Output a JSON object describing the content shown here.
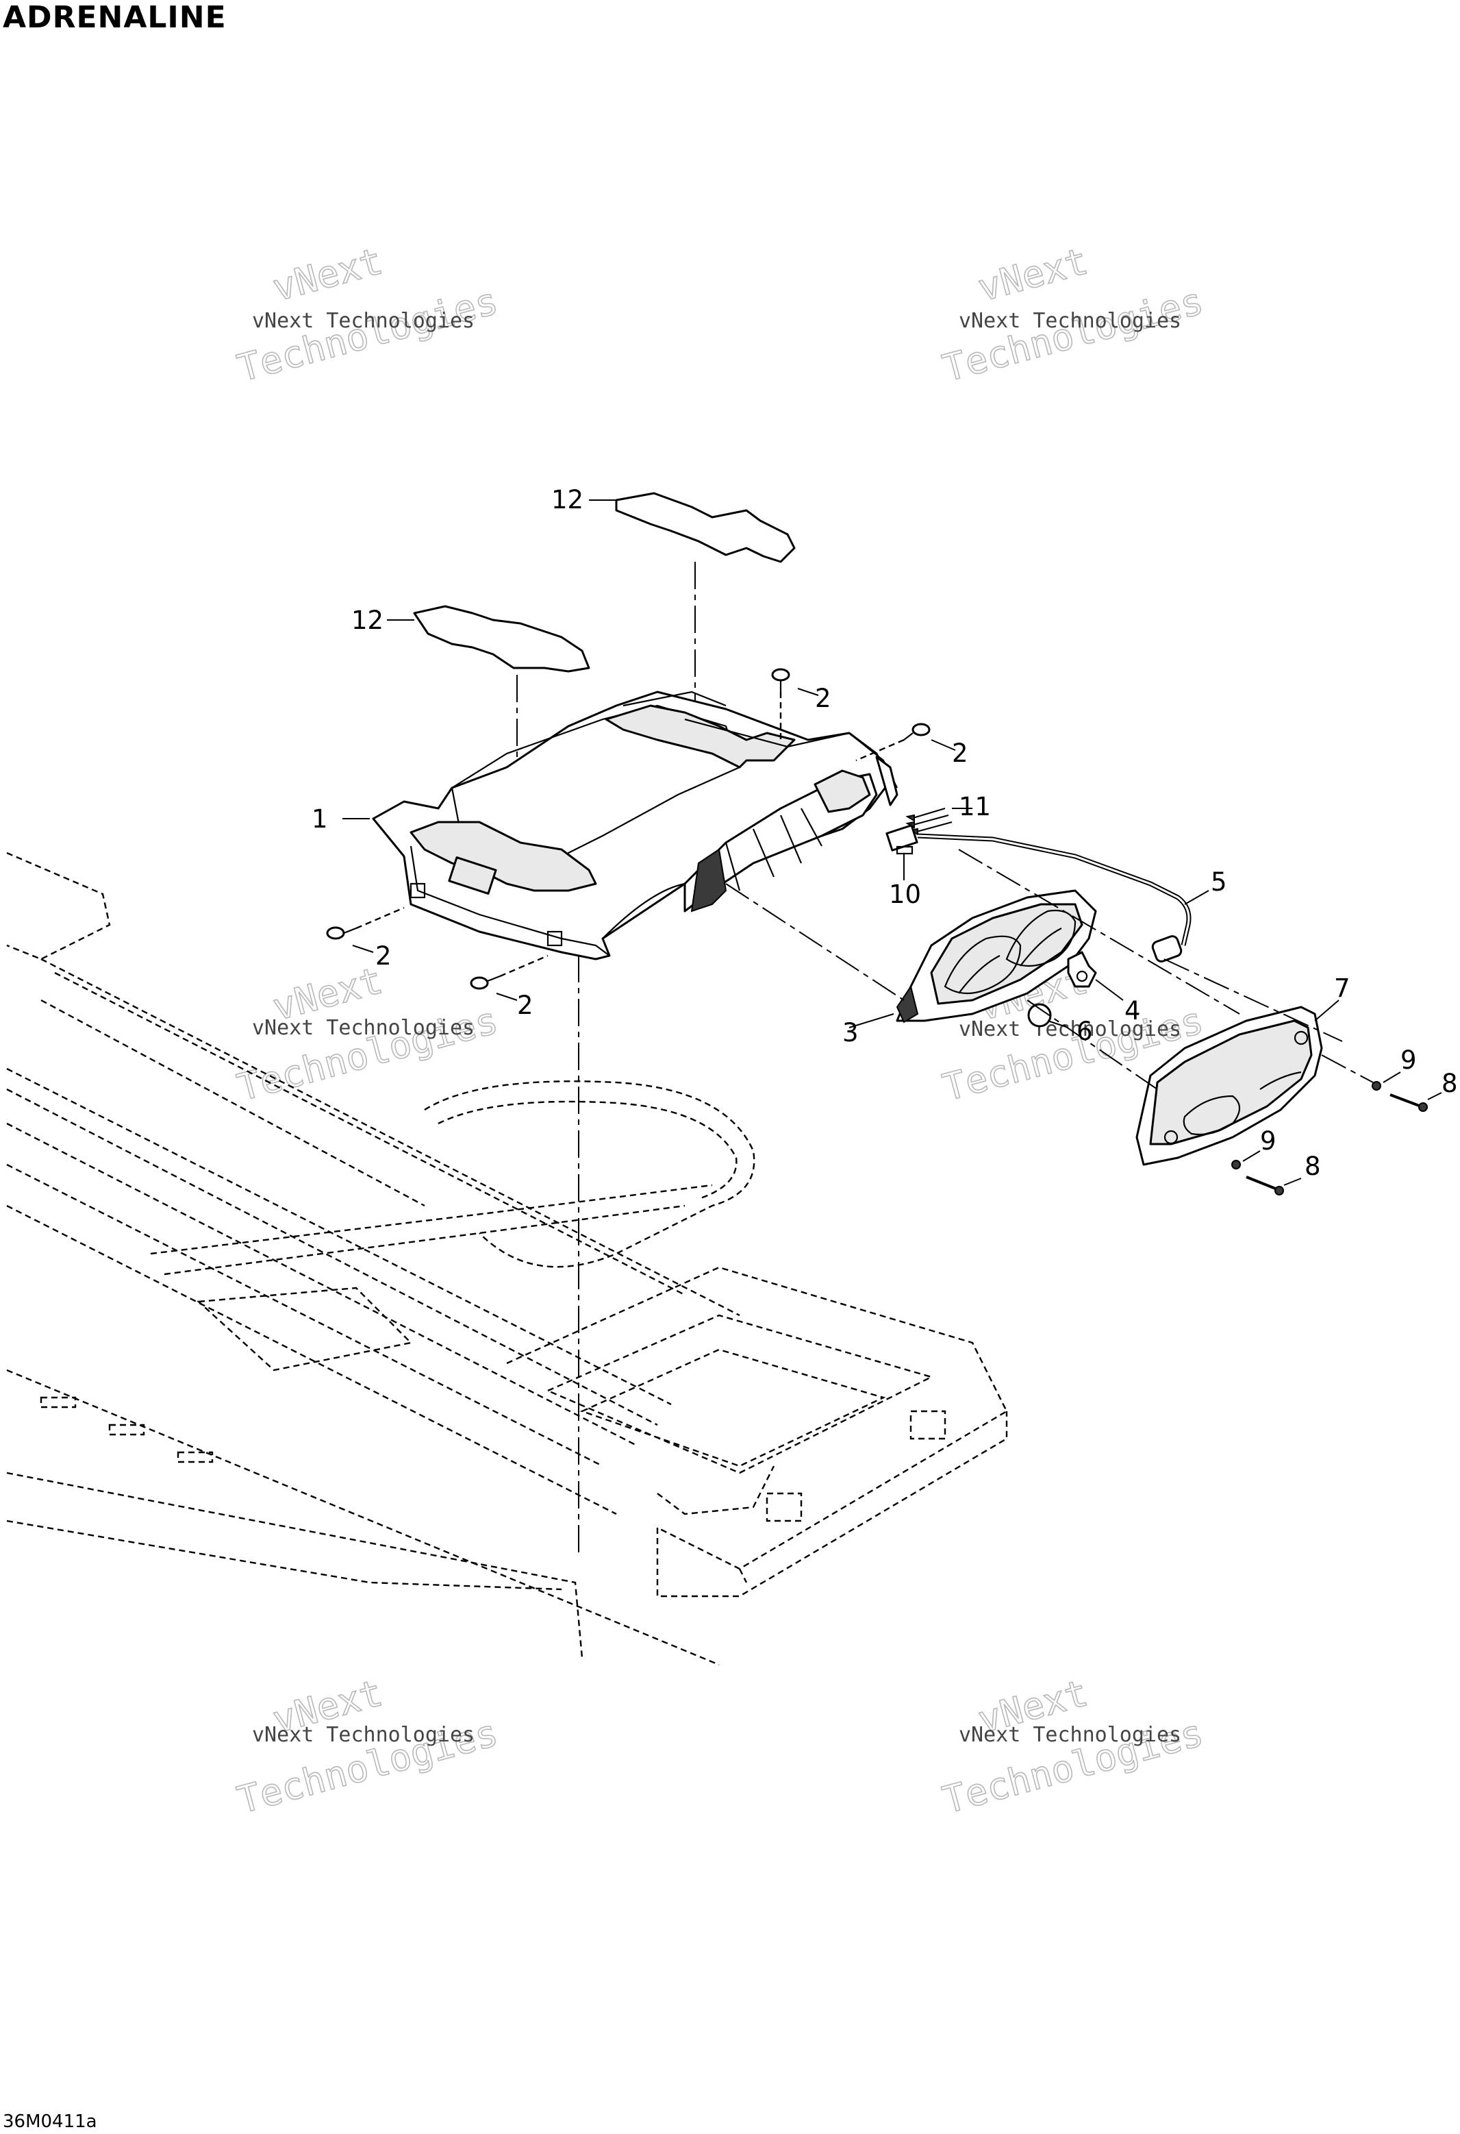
{
  "title": "ADRENALINE",
  "document_code": "36M0411a",
  "watermark": {
    "line1": "vNext",
    "line2": "vNext Technologies",
    "line3": "Technologies"
  },
  "callouts": [
    {
      "id": "c1",
      "label": "1"
    },
    {
      "id": "c2a",
      "label": "2"
    },
    {
      "id": "c2b",
      "label": "2"
    },
    {
      "id": "c2c",
      "label": "2"
    },
    {
      "id": "c2d",
      "label": "2"
    },
    {
      "id": "c3",
      "label": "3"
    },
    {
      "id": "c4",
      "label": "4"
    },
    {
      "id": "c5",
      "label": "5"
    },
    {
      "id": "c6",
      "label": "6"
    },
    {
      "id": "c7",
      "label": "7"
    },
    {
      "id": "c8a",
      "label": "8"
    },
    {
      "id": "c8b",
      "label": "8"
    },
    {
      "id": "c9a",
      "label": "9"
    },
    {
      "id": "c9b",
      "label": "9"
    },
    {
      "id": "c10",
      "label": "10"
    },
    {
      "id": "c11",
      "label": "11"
    },
    {
      "id": "c12a",
      "label": "12"
    },
    {
      "id": "c12b",
      "label": "12"
    }
  ]
}
